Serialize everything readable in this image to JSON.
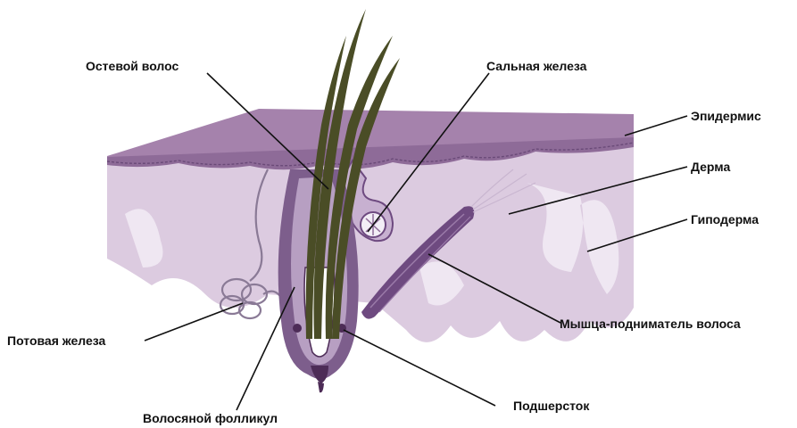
{
  "labels": {
    "guard_hair": "Остевой волос",
    "sebaceous_gland": "Сальная железа",
    "epidermis": "Эпидермис",
    "dermis": "Дерма",
    "hypodermis": "Гиподерма",
    "sweat_gland": "Потовая железа",
    "arrector_pili": "Мышца-подниматель волоса",
    "hair_follicle": "Волосяной фолликул",
    "undercoat": "Подшерсток"
  },
  "colors": {
    "epidermis_top": "#a582ac",
    "epidermis_front": "#8e6b98",
    "dermis": "#dccbe0",
    "hypodermis": "#e9dfee",
    "follicle": "#7d5e8c",
    "follicle_dark": "#4d2c57",
    "hair": "#4a4d26",
    "muscle": "#6e4a80",
    "leader_line": "#111111"
  }
}
